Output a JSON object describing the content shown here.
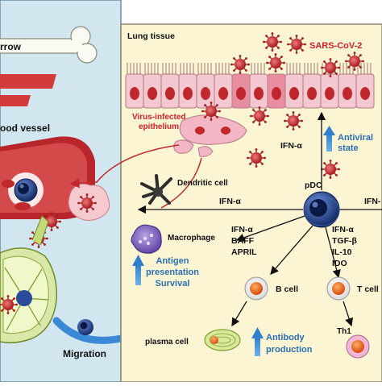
{
  "labels": {
    "marrow": "rrow",
    "blood_vessel": "ood vessel",
    "lung_tissue": "Lung tissue",
    "sars": "SARS-CoV-2",
    "infected_line1": "Virus-infected",
    "infected_line2": "epithelium",
    "ifn_alpha_top": "IFN-α",
    "antiviral_line1": "Antiviral",
    "antiviral_line2": "state",
    "dendritic": "Dendritic cell",
    "ifn_alpha_left": "IFN-α",
    "pdc": "pDC",
    "ifn_right": "IFN-",
    "macrophage": "Macrophage",
    "mediators_left": [
      "IFN-α",
      "BAFF",
      "APRIL"
    ],
    "mediators_right": [
      "IFN-α",
      "TGF-β",
      "IL-10",
      "IDO"
    ],
    "antigen_line1": "Antigen",
    "antigen_line2": "presentation",
    "antigen_line3": "Survival",
    "b_cell": "B cell",
    "t_cell": "T cell",
    "th1": "Th1",
    "plasma": "plasma cell",
    "antibody_line1": "Antibody",
    "antibody_line2": "production",
    "migration": "Migration"
  },
  "colors": {
    "left_panel_bg": "#d2e6ef",
    "right_panel_bg": "#fbf5d3",
    "accent_blue": "#2a6fb3",
    "virus_red": "#c0282d",
    "label_red": "#d0202a",
    "arrow_blue": "#4a8fd0",
    "pdc_blue": "#1c3e8a",
    "b_cell_orange": "#f06a1c",
    "t_cell_orange": "#f06a1c",
    "plasma_green": "#b8d86a",
    "epithelium_pink": "#f3c8d0"
  },
  "icons": [
    "bone-icon",
    "virus-icon",
    "pdc-cell-icon",
    "dendritic-cell-icon",
    "macrophage-icon",
    "lymph-node-icon",
    "up-arrow-icon"
  ]
}
